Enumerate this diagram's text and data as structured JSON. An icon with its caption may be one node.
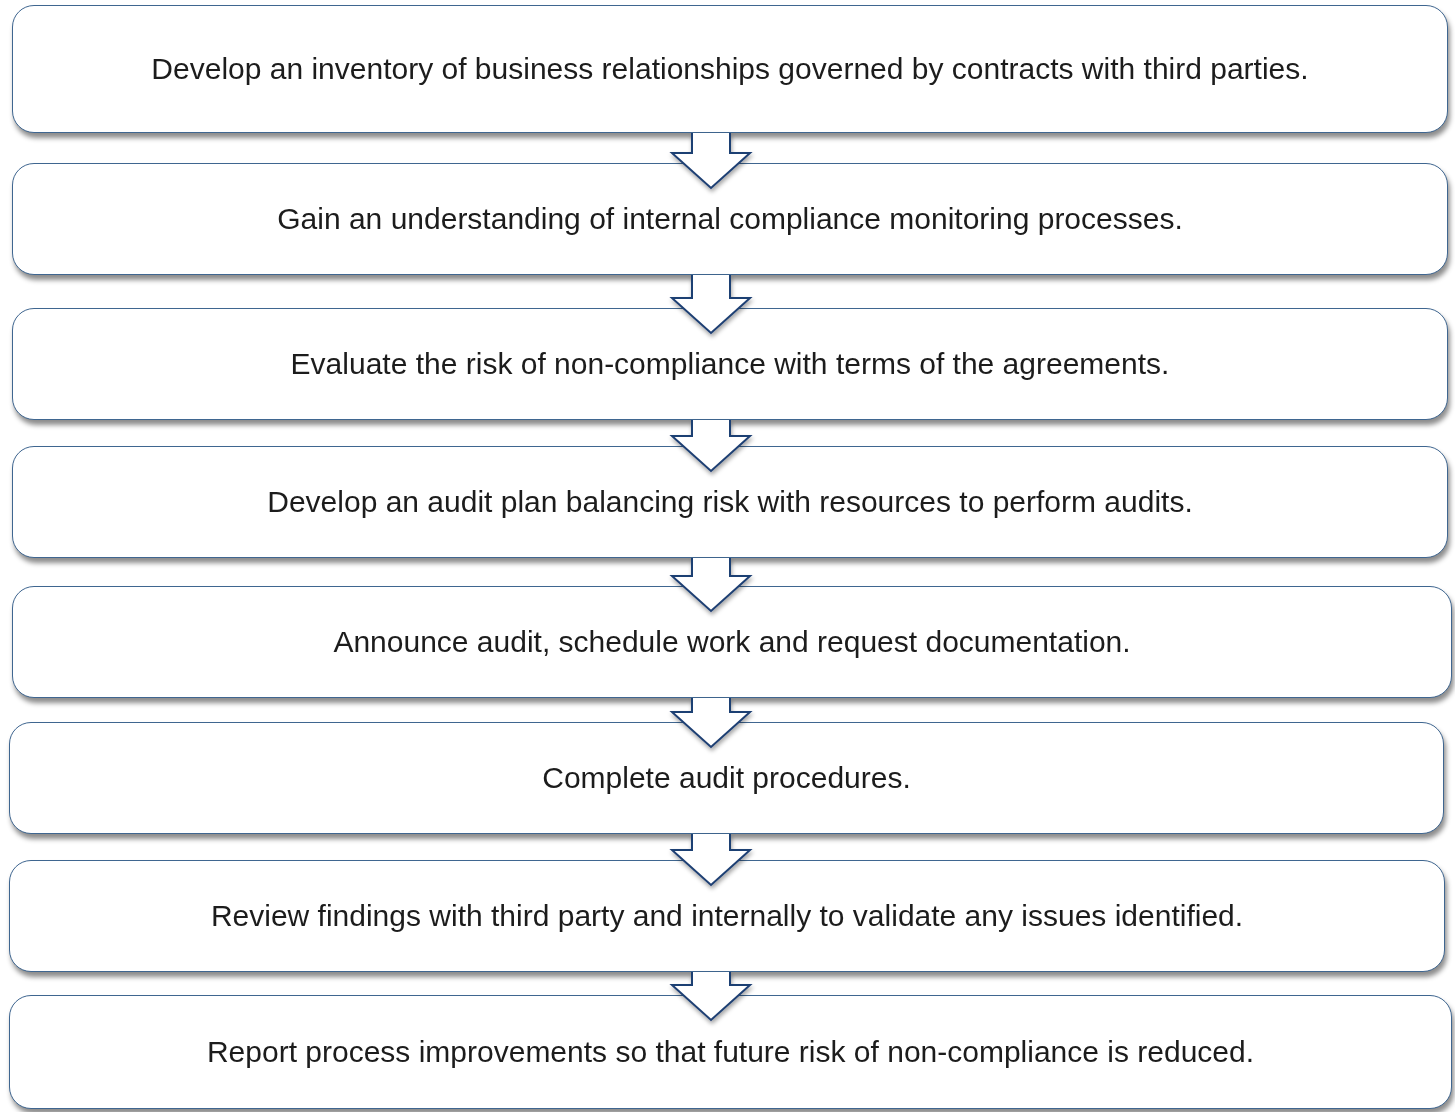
{
  "diagram": {
    "nodes": [
      {
        "text": [
          "Develop an inventory of business relationships governed by contracts with third parties."
        ]
      },
      {
        "text": [
          "Gain an understanding of internal compliance monitoring processes."
        ]
      },
      {
        "text": [
          "Evaluate the risk of non-compliance with terms of the agreements."
        ]
      },
      {
        "text": [
          "Develop an audit plan balancing risk with resources to perform audits."
        ]
      },
      {
        "text": [
          "Announce audit, schedule work and request documentation."
        ]
      },
      {
        "text": [
          "Complete audit procedures."
        ]
      },
      {
        "text": [
          "Review findings with third party and internally to validate any issues identified."
        ]
      },
      {
        "text": [
          "Report process improvements so that future risk of non-compliance is reduced."
        ]
      }
    ],
    "edges": [
      {
        "from": 0,
        "to": 1,
        "arrow": "to"
      },
      {
        "from": 1,
        "to": 2,
        "arrow": "to"
      },
      {
        "from": 2,
        "to": 3,
        "arrow": "to"
      },
      {
        "from": 3,
        "to": 4,
        "arrow": "to"
      },
      {
        "from": 4,
        "to": 5,
        "arrow": "to"
      },
      {
        "from": 5,
        "to": 6,
        "arrow": "to"
      },
      {
        "from": 6,
        "to": 7,
        "arrow": "to"
      }
    ]
  }
}
